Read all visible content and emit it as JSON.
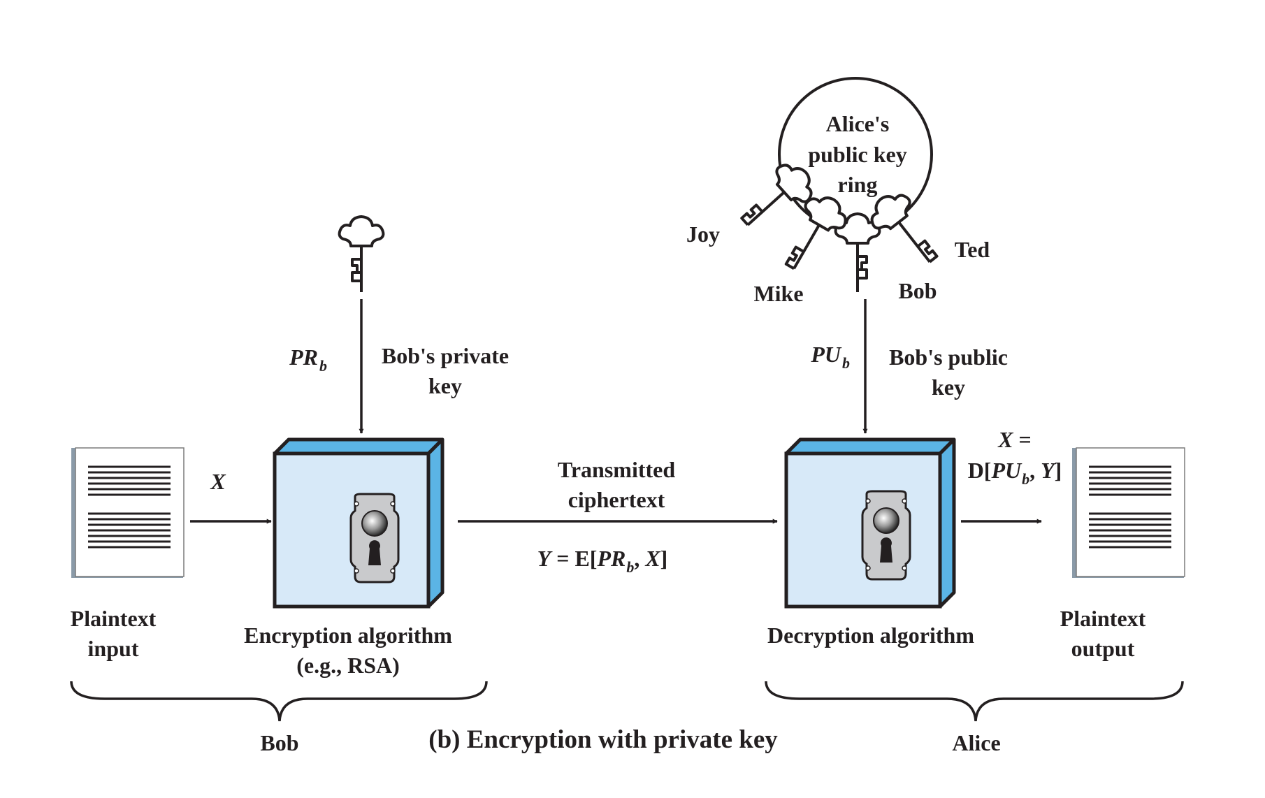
{
  "caption": "(b) Encryption with private key",
  "plaintext_input": {
    "line1": "Plaintext",
    "line2": "input"
  },
  "plaintext_output": {
    "line1": "Plaintext",
    "line2": "output"
  },
  "input_symbol": "X",
  "encryption": {
    "line1": "Encryption algorithm",
    "line2": "(e.g., RSA)"
  },
  "decryption": {
    "label": "Decryption algorithm"
  },
  "private_key": {
    "symbol": "PR",
    "subscript": "b",
    "line1": "Bob's private",
    "line2": "key"
  },
  "public_key": {
    "symbol": "PU",
    "subscript": "b",
    "line1": "Bob's public",
    "line2": "key"
  },
  "ciphertext": {
    "line1": "Transmitted",
    "line2": "ciphertext"
  },
  "ciphertext_formula": {
    "lhs": "Y",
    "eq": " = E[",
    "arg1": "PR",
    "sub": "b",
    "mid": ", ",
    "arg2": "X",
    "end": "]"
  },
  "output_formula": {
    "line1_var": "X",
    "line1_eq": " =",
    "line2_pre": "D[",
    "line2_arg1": "PU",
    "line2_sub": "b",
    "line2_mid": ", ",
    "line2_arg2": "Y",
    "line2_end": "]"
  },
  "key_ring": {
    "line1": "Alice's",
    "line2": "public key",
    "line3": "ring"
  },
  "ring_keys": [
    "Joy",
    "Mike",
    "Bob",
    "Ted"
  ],
  "groups": {
    "left": "Bob",
    "right": "Alice"
  },
  "colors": {
    "box_face": "#d7e9f8",
    "box_side": "#5bb4e5",
    "outline": "#231f20",
    "lock_plate": "#c9cacc",
    "doc_shadow": "#8a9aa8"
  }
}
